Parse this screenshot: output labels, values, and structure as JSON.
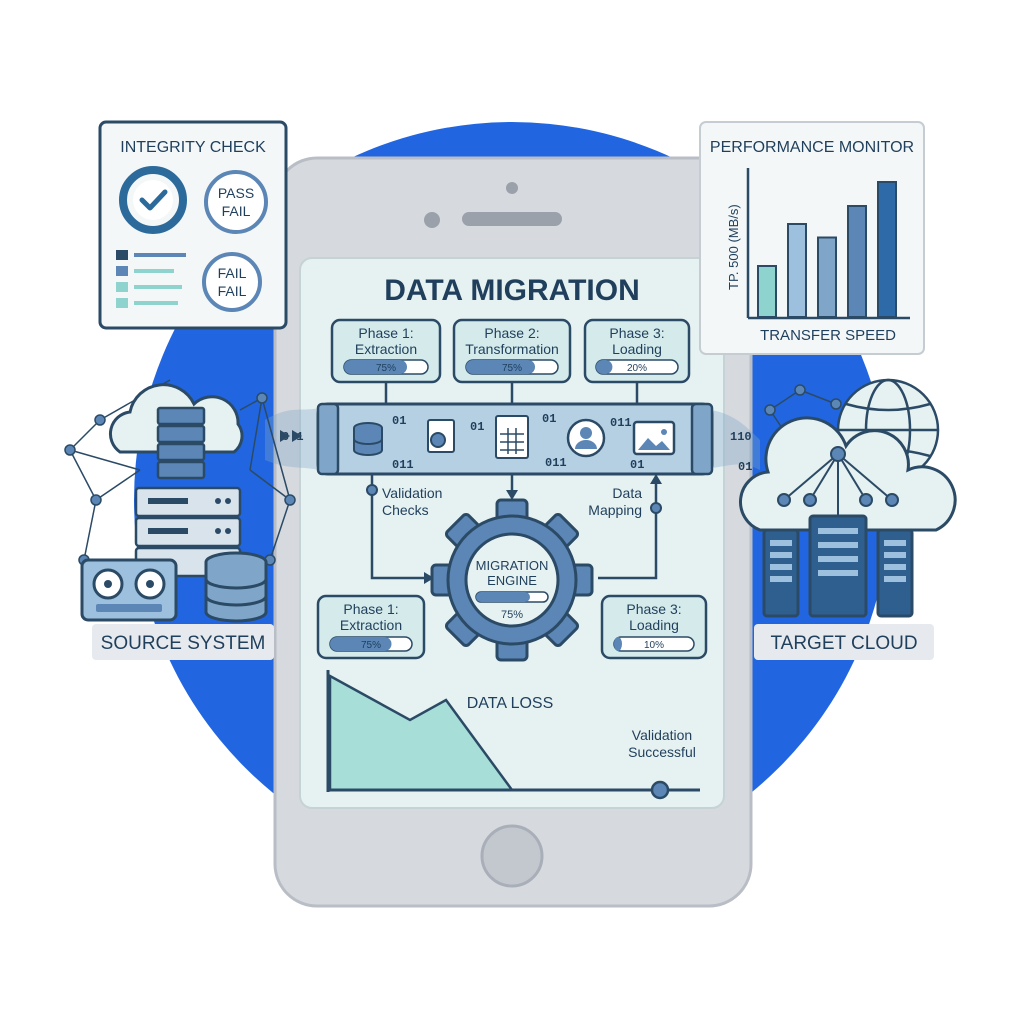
{
  "colors": {
    "accent": "#2166e0",
    "ink": "#1f3f5c",
    "panel": "#e7f2f2",
    "teal": "#8fd3cf",
    "bar": "#5b86b5"
  },
  "integrity": {
    "title": "INTEGRITY CHECK",
    "badge1_line1": "PASS",
    "badge1_line2": "FAIL",
    "badge2_line1": "FAIL",
    "badge2_line2": "FAIL"
  },
  "performance": {
    "title": "PERFORMANCE MONITOR",
    "ylabel": "TP. 500 (MB/s)",
    "xlabel": "TRANSFER SPEED"
  },
  "chart_data": {
    "type": "bar",
    "title": "PERFORMANCE MONITOR",
    "xlabel": "TRANSFER SPEED",
    "ylabel": "TP. 500 (MB/s)",
    "categories": [
      "",
      "",
      "",
      "",
      ""
    ],
    "values": [
      0.34,
      0.62,
      0.53,
      0.74,
      0.9
    ],
    "grid": false,
    "legend": "none"
  },
  "phone": {
    "title": "DATA MIGRATION"
  },
  "phases_top": [
    {
      "line1": "Phase 1:",
      "line2": "Extraction",
      "progress_label": "75%",
      "progress": 0.75
    },
    {
      "line1": "Phase 2:",
      "line2": "Transformation",
      "progress_label": "75%",
      "progress": 0.75
    },
    {
      "line1": "Phase 3:",
      "line2": "Loading",
      "progress_label": "20%",
      "progress": 0.2
    }
  ],
  "phases_bottom": [
    {
      "line1": "Phase 1:",
      "line2": "Extraction",
      "progress_label": "75%",
      "progress": 0.75
    },
    {
      "line1": "Phase 3:",
      "line2": "Loading",
      "progress_label": "10%",
      "progress": 0.1
    }
  ],
  "pipeline": {
    "binary_a": "01",
    "binary_b": "011",
    "binary_c": "0 1",
    "binary_d": "110"
  },
  "labels": {
    "validation_checks_1": "Validation",
    "validation_checks_2": "Checks",
    "data_mapping_1": "Data",
    "data_mapping_2": "Mapping",
    "data_loss": "DATA LOSS",
    "validation_success_1": "Validation",
    "validation_success_2": "Successful"
  },
  "engine": {
    "line1": "MIGRATION",
    "line2": "ENGINE",
    "progress_label": "75%",
    "progress": 0.75
  },
  "source": {
    "label": "SOURCE SYSTEM"
  },
  "target": {
    "label": "TARGET CLOUD"
  },
  "icons": [
    "checkmark-icon",
    "cloud-icon",
    "server-icon",
    "database-icon",
    "tape-drive-icon",
    "network-icon",
    "globe-icon",
    "gear-icon",
    "document-icon",
    "spreadsheet-icon",
    "user-icon",
    "image-icon"
  ]
}
